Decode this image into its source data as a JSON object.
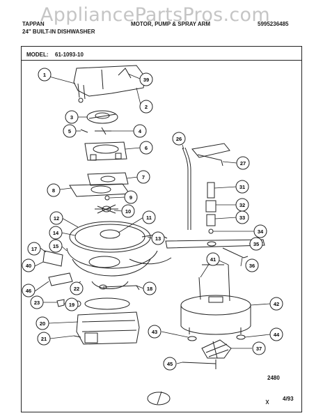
{
  "header": {
    "brand": "TAPPAN",
    "product": "24\" BUILT-IN DISHWASHER",
    "section": "MOTOR, PUMP & SPRAY ARM",
    "part_no": "5995236485",
    "watermark": "AppliancePartsPros.com"
  },
  "model": {
    "label": "MODEL:",
    "value": "61-1093-10"
  },
  "footer": {
    "drawing_no": "2480",
    "date": "4/93"
  },
  "callouts": [
    "1",
    "39",
    "2",
    "3",
    "5",
    "4",
    "6",
    "7",
    "8",
    "9",
    "10",
    "12",
    "11",
    "14",
    "13",
    "17",
    "15",
    "40",
    "46",
    "22",
    "18",
    "23",
    "19",
    "20",
    "21",
    "26",
    "27",
    "31",
    "32",
    "33",
    "34",
    "35",
    "36",
    "41",
    "42",
    "43",
    "44",
    "37",
    "45"
  ]
}
